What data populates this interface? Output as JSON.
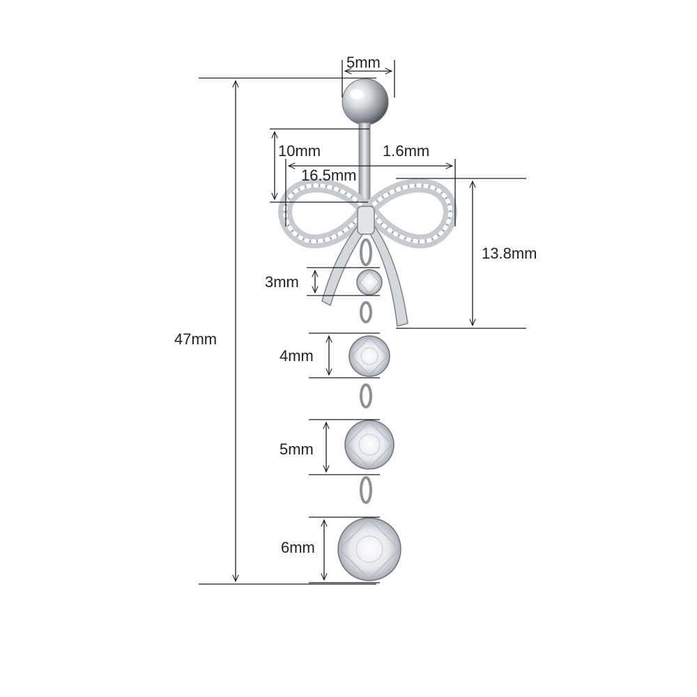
{
  "dimensions": {
    "ball_diameter": "5mm",
    "bow_height_upper": "10mm",
    "bar_gauge": "1.6mm",
    "bow_width": "16.5mm",
    "bow_height_total": "13.8mm",
    "total_length": "47mm",
    "stone_1": "3mm",
    "stone_2": "4mm",
    "stone_3": "5mm",
    "stone_4": "6mm"
  },
  "colors": {
    "line": "#1a1a1a",
    "metal": "#bfc3c8",
    "metal_dark": "#7d8288",
    "stone": "#eef1f5"
  }
}
